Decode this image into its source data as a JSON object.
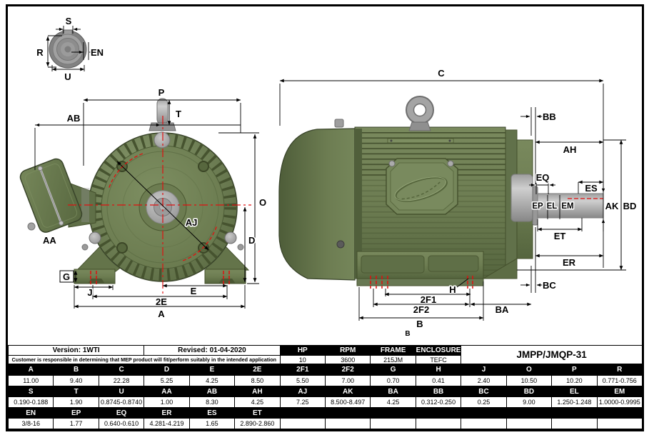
{
  "labels": {
    "S": "S",
    "R": "R",
    "EN": "EN",
    "U": "U",
    "P": "P",
    "T": "T",
    "AB": "AB",
    "AA": "AA",
    "AJ": "AJ",
    "O": "O",
    "D": "D",
    "G": "G",
    "J": "J",
    "E": "E",
    "E2": "2E",
    "A": "A",
    "C": "C",
    "BB": "BB",
    "AH": "AH",
    "EQ": "EQ",
    "ES": "ES",
    "EP": "EP",
    "EL": "EL",
    "EM": "EM",
    "AK": "AK",
    "BD": "BD",
    "ET": "ET",
    "ER": "ER",
    "BC": "BC",
    "H": "H",
    "F1": "2F1",
    "F2": "2F2",
    "BA": "BA",
    "B": "B",
    "B2": "B"
  },
  "table": {
    "version": "Version: 1WTI",
    "revised": "Revised: 01-04-2020",
    "disclaimer": "Customer is responsible in determining that MEP product will fit/perform suitably in the intended application",
    "model": "JMPP/JMQP-31",
    "spec_headers": [
      "HP",
      "RPM",
      "FRAME",
      "ENCLOSURE"
    ],
    "spec_values": [
      "10",
      "3600",
      "215JM",
      "TEFC"
    ],
    "row1_headers": [
      "A",
      "B",
      "C",
      "D",
      "E",
      "2E",
      "2F1",
      "2F2",
      "G",
      "H",
      "J",
      "O",
      "P",
      "R"
    ],
    "row1_values": [
      "11.00",
      "9.40",
      "22.28",
      "5.25",
      "4.25",
      "8.50",
      "5.50",
      "7.00",
      "0.70",
      "0.41",
      "2.40",
      "10.50",
      "10.20",
      "0.771-0.756"
    ],
    "row2_headers": [
      "S",
      "T",
      "U",
      "AA",
      "AB",
      "AH",
      "AJ",
      "AK",
      "BA",
      "BB",
      "BC",
      "BD",
      "EL",
      "EM"
    ],
    "row2_values": [
      "0.190-0.188",
      "1.90",
      "0.8745-0.8740",
      "1.00",
      "8.30",
      "4.25",
      "7.25",
      "8.500-8.497",
      "4.25",
      "0.312-0.250",
      "0.25",
      "9.00",
      "1.250-1.248",
      "1.0000-0.9995"
    ],
    "row3_headers": [
      "EN",
      "EP",
      "EQ",
      "ER",
      "ES",
      "ET"
    ],
    "row3_values": [
      "3/8-16",
      "1.77",
      "0.640-0.610",
      "4.281-4.219",
      "1.65",
      "2.890-2.860"
    ]
  },
  "colors": {
    "motor_green": "#6d7d52",
    "motor_green_dark": "#4e5c38",
    "motor_green_light": "#7f9063",
    "metal_gray": "#a9a9a9",
    "centerline_red": "#e01010",
    "header_bg": "#000000",
    "header_text": "#ffffff"
  }
}
